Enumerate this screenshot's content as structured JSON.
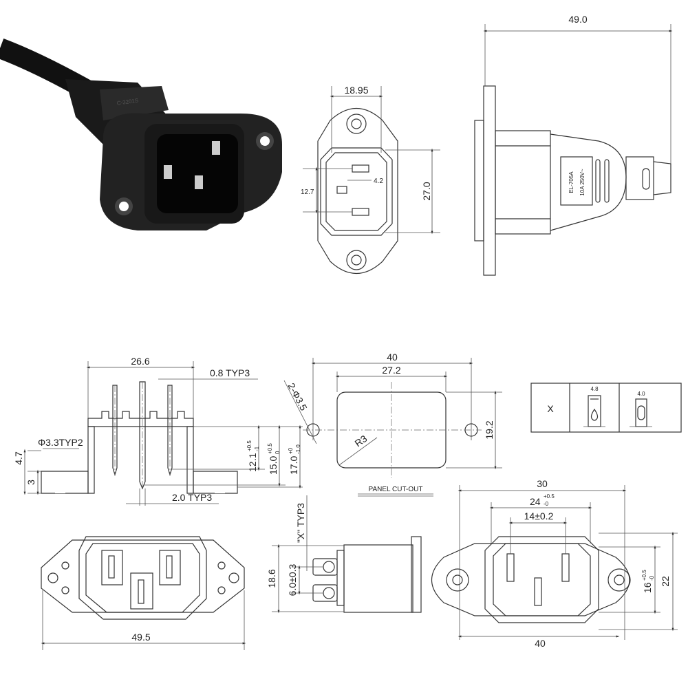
{
  "photo": {
    "embossed_text": "C-3201S"
  },
  "front_view": {
    "width": "18.95",
    "height": "27.0",
    "pin_spacing": "12.7",
    "pin_offset": "4.2"
  },
  "side_view": {
    "length": "49.0",
    "label_model": "EL-705A",
    "label_rating": "10A 250V~"
  },
  "section_view": {
    "width": "26.6",
    "pin_thickness": "0.8 TYP3",
    "hole": "Φ3.3TYP2",
    "flange_height": "4.7",
    "flange_thickness": "3",
    "dim_12": {
      "base": "12",
      "decimal": ".1",
      "upper": "+0.5",
      "lower": "-1"
    },
    "dim_15": {
      "base": "15.0",
      "upper": "+0.5",
      "lower": "0"
    },
    "dim_17": {
      "base": "17.0",
      "upper": "+0",
      "lower": "-1.0"
    },
    "pin_width": "2.0 TYP3"
  },
  "panel_cutout": {
    "overall": "40",
    "width": "27.2",
    "holes": "2-Φ3.5",
    "radius": "R3",
    "height": "19.2",
    "title": "PANEL CUT-OUT"
  },
  "x_table": {
    "header": "X",
    "col1": "4.8",
    "col2": "4.0"
  },
  "bottom_front": {
    "width": "49.5"
  },
  "bottom_side": {
    "x_label": "\"X\" TYP3",
    "height": "18.6",
    "pin_gap": "6.0±0.3"
  },
  "bottom_right": {
    "overall": "30",
    "inner": {
      "base": "24",
      "upper": "+0.5",
      "lower": "-0"
    },
    "pin_span": "14±0.2",
    "height": {
      "base": "16",
      "upper": "+0.5",
      "lower": "-0"
    },
    "total_height": "22",
    "hole_span": "40"
  }
}
